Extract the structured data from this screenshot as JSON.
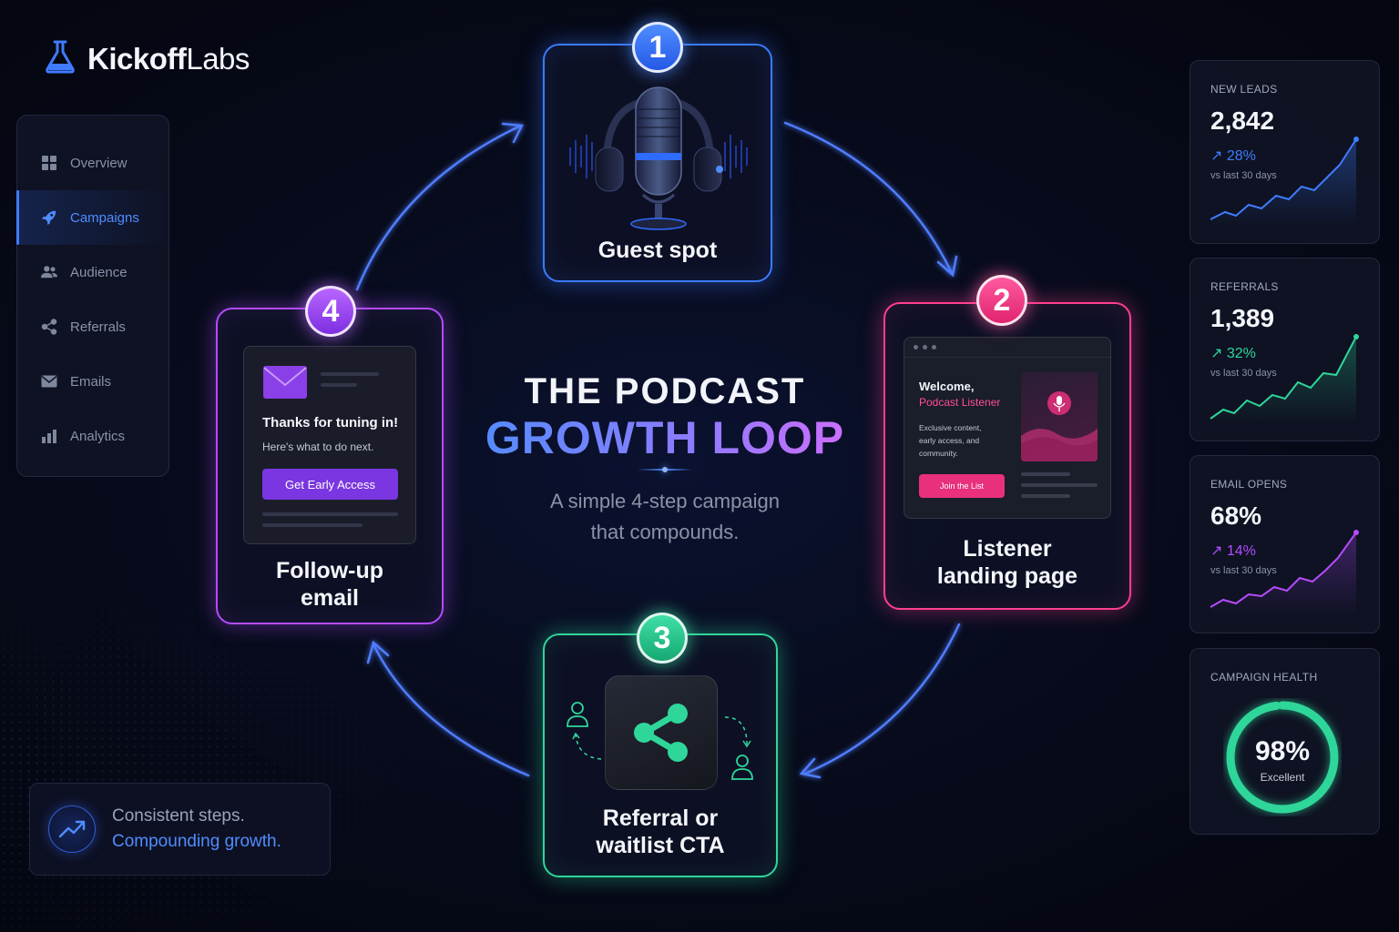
{
  "brand": {
    "name_bold": "Kickoff",
    "name_light": "Labs"
  },
  "sidebar": {
    "items": [
      {
        "label": "Overview",
        "icon": "grid-icon",
        "active": false
      },
      {
        "label": "Campaigns",
        "icon": "rocket-icon",
        "active": true
      },
      {
        "label": "Audience",
        "icon": "users-icon",
        "active": false
      },
      {
        "label": "Referrals",
        "icon": "share-icon",
        "active": false
      },
      {
        "label": "Emails",
        "icon": "mail-icon",
        "active": false
      },
      {
        "label": "Analytics",
        "icon": "bar-chart-icon",
        "active": false
      }
    ]
  },
  "center": {
    "title_line1": "THE PODCAST",
    "title_line2": "GROWTH LOOP",
    "subtitle_line1": "A simple 4-step campaign",
    "subtitle_line2": "that compounds."
  },
  "steps": [
    {
      "number": "1",
      "label": "Guest spot",
      "color": "#3b7bff",
      "icon": "podcast-microphone-icon"
    },
    {
      "number": "2",
      "label_line1": "Listener",
      "label_line2": "landing page",
      "color": "#ff3f8e"
    },
    {
      "number": "3",
      "label_line1": "Referral or",
      "label_line2": "waitlist CTA",
      "color": "#2fd69a",
      "icon": "share-icon"
    },
    {
      "number": "4",
      "label_line1": "Follow-up",
      "label_line2": "email",
      "color": "#b44cff"
    }
  ],
  "landing_mock": {
    "welcome": "Welcome,",
    "listener": "Podcast Listener",
    "desc_line1": "Exclusive content,",
    "desc_line2": "early access, and",
    "desc_line3": "community.",
    "button": "Join the List"
  },
  "email_mock": {
    "title": "Thanks for tuning in!",
    "subtitle": "Here's what to do next.",
    "button": "Get Early Access"
  },
  "footer_card": {
    "line1": "Consistent steps.",
    "line2": "Compounding growth."
  },
  "stats": [
    {
      "label": "NEW LEADS",
      "value": "2,842",
      "change": "↗ 28%",
      "period": "vs last 30 days",
      "color": "#3f7cff"
    },
    {
      "label": "REFERRALS",
      "value": "1,389",
      "change": "↗ 32%",
      "period": "vs last 30 days",
      "color": "#2fd69a"
    },
    {
      "label": "EMAIL OPENS",
      "value": "68%",
      "change": "↗ 14%",
      "period": "vs last 30 days",
      "color": "#b44cff"
    }
  ],
  "health": {
    "label": "CAMPAIGN HEALTH",
    "value": "98%",
    "status": "Excellent",
    "fraction": 0.98,
    "color": "#2fd69a"
  }
}
